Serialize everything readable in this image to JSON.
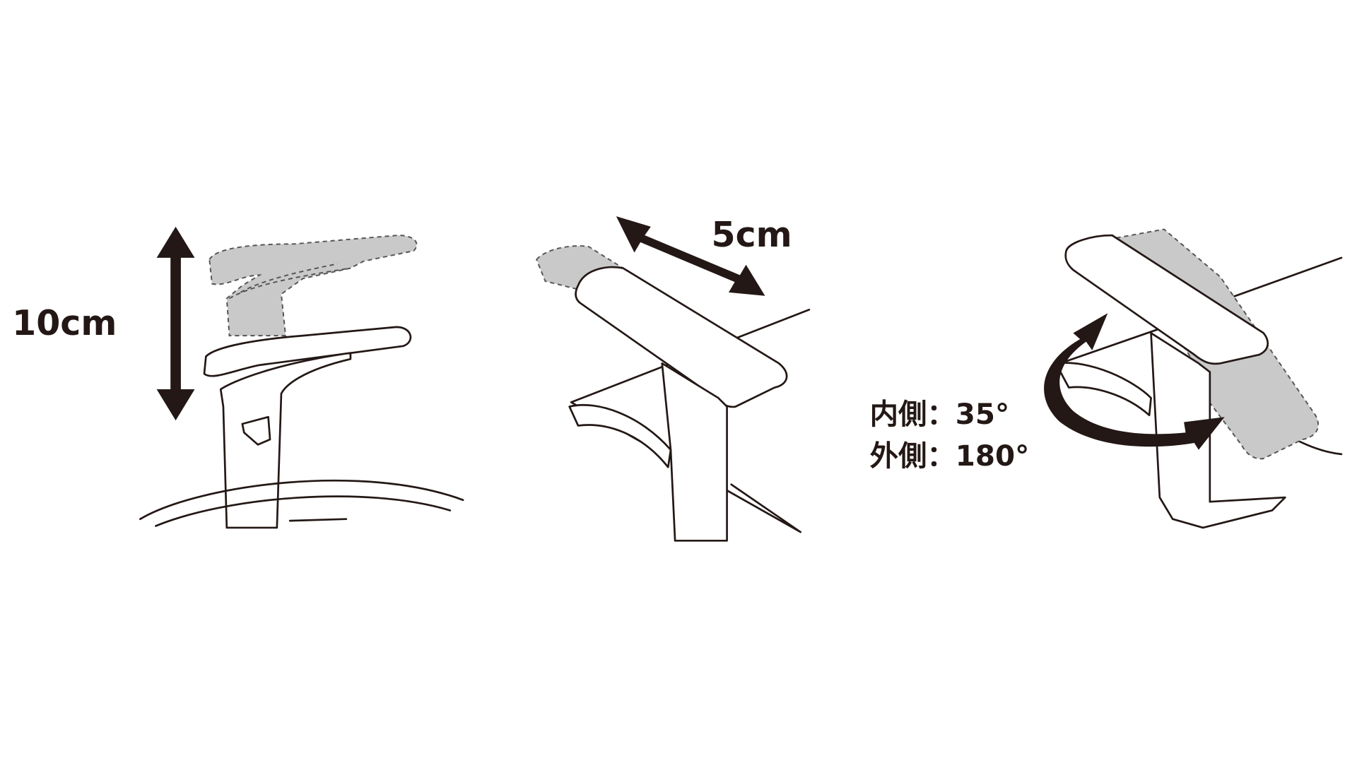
{
  "panels": [
    {
      "id": "height",
      "label": "10cm"
    },
    {
      "id": "depth",
      "label": "5cm"
    },
    {
      "id": "rotation",
      "labels": [
        "内側：35°",
        "外側：180°"
      ]
    }
  ],
  "colors": {
    "ink": "#231815",
    "ghost_fill": "#c9c9c9",
    "background": "#ffffff"
  }
}
